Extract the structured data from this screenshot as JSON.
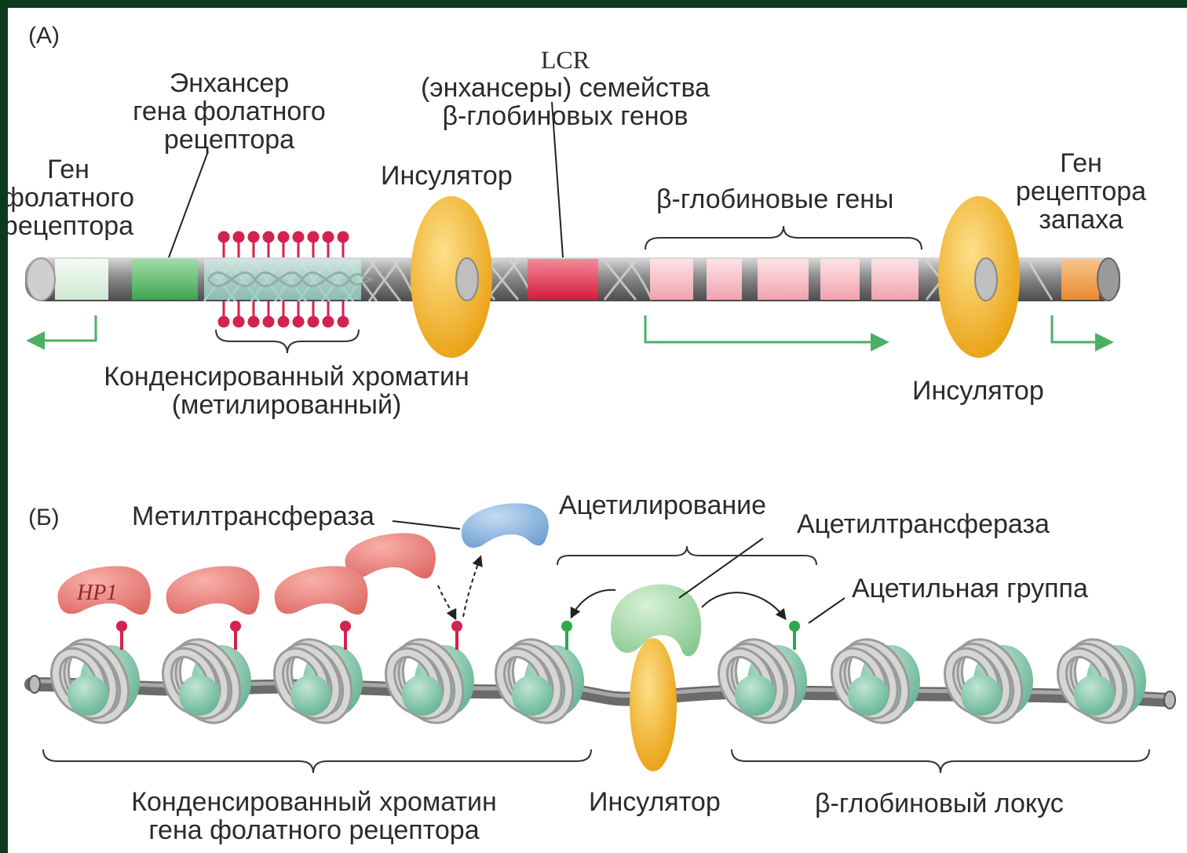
{
  "panel_a": {
    "panel_label": "(A)",
    "gene_folate_receptor": [
      "Ген",
      "фолатного",
      "рецептора"
    ],
    "enhancer_folate": [
      "Энхансер",
      "гена фолатного",
      "рецептора"
    ],
    "lcr": [
      "LCR",
      "(энхансеры) семейства",
      "β-глобиновых генов"
    ],
    "insulator_top": "Инсулятор",
    "beta_globin_genes": "β-глобиновые гены",
    "gene_odor_receptor": [
      "Ген",
      "рецептора",
      "запаха"
    ],
    "condensed_chromatin": [
      "Конденсированный хроматин",
      "(метилированный)"
    ],
    "insulator_bottom": "Инсулятор"
  },
  "panel_b": {
    "panel_label": "(Б)",
    "methyltransferase": "Метилтрансфераза",
    "acetylation": "Ацетилирование",
    "acetyltransferase": "Ацетилтрансфераза",
    "acetyl_group": "Ацетильная группа",
    "hp1": "HP1",
    "condensed_chromatin": [
      "Конденсированный хроматин",
      "гена фолатного рецептора"
    ],
    "insulator": "Инсулятор",
    "beta_globin_locus": "β-глобиновый локус"
  },
  "colors": {
    "chromatin": "#7d7d7d",
    "folate_gene": "#b7e3bd",
    "enhancer": "#6cc27a",
    "lcr": "#e63b55",
    "beta_genes": "#f6b9c0",
    "odor_gene": "#f2a055",
    "insulator": "#f2b525",
    "methyl": "#d4224e",
    "acetyl": "#2fa84e",
    "arrow": "#4caf63",
    "hp1": "#e87a7a",
    "methyltransferase": "#7aa8d8",
    "acetyltransferase": "#9bd39e",
    "histone": "#7cc4a4"
  }
}
